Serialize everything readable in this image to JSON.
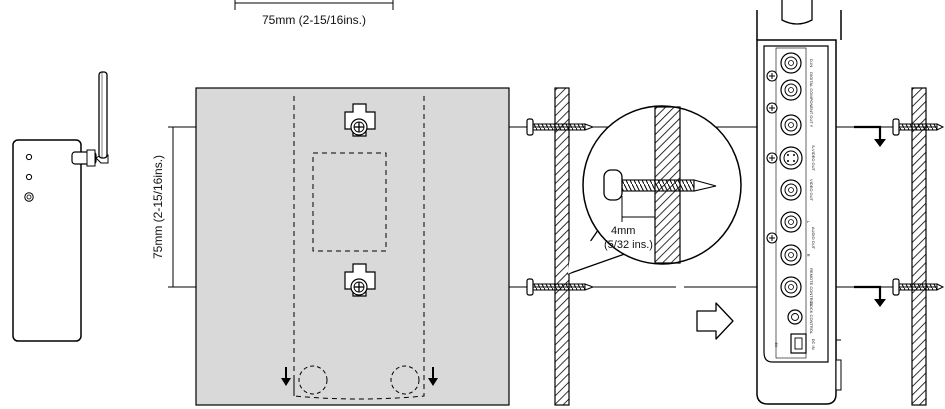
{
  "dimensions": {
    "horizontal": "75mm (2-15/16ins.)",
    "vertical": "75mm (2-15/16ins.)",
    "screw_depth_mm": "4mm",
    "screw_depth_in": "(5/32 ins.)"
  },
  "panel_labels": [
    "D-IN",
    "DIGITAL COMPONENT OUT",
    "Y",
    "S-VIDEO OUT",
    "VIDEO OUT",
    "L",
    "R",
    "AUDIO OUT",
    "REMOTE CONTROL",
    "DOCK CONTROL",
    "DC IN",
    "5V"
  ],
  "colors": {
    "plate": "#d9d9d9",
    "wall": "#cfcfcf",
    "line": "#000000"
  },
  "icons": [
    "wireless-adapter-icon",
    "screw-icon",
    "arrow-down-icon",
    "arrow-right-icon",
    "hollow-arrow-right-icon"
  ]
}
